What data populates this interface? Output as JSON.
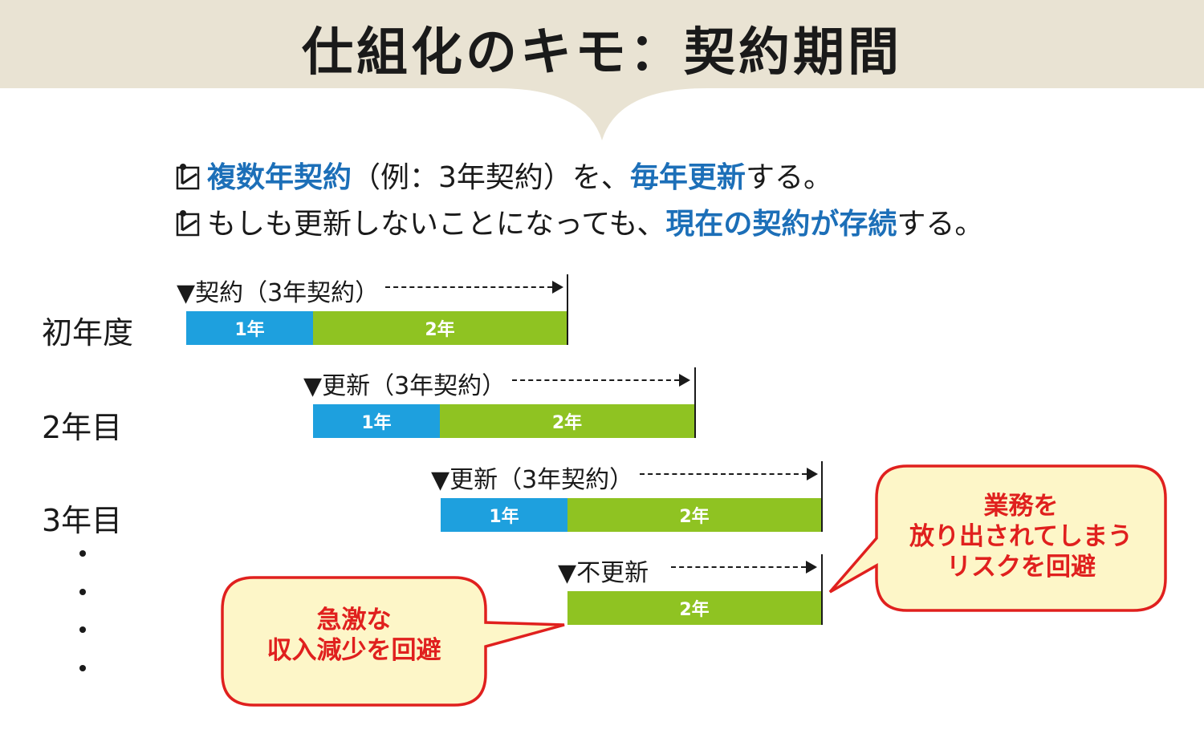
{
  "title": "仕組化のキモ：契約期間",
  "colors": {
    "banner": "#e9e3d3",
    "blue_segment": "#1ea0de",
    "green_segment": "#8fc322",
    "highlight_text": "#1c6fb8",
    "callout_fill": "#fdf6c8",
    "callout_border": "#e0201e"
  },
  "bullets": [
    {
      "icon": "checkbox-icon",
      "parts": [
        {
          "text": "複数年契約",
          "hl": true
        },
        {
          "text": "（例：3年契約）を、",
          "hl": false
        },
        {
          "text": "毎年更新",
          "hl": true
        },
        {
          "text": "する。",
          "hl": false
        }
      ]
    },
    {
      "icon": "checkbox-icon",
      "parts": [
        {
          "text": "もしも更新しないことになっても、",
          "hl": false
        },
        {
          "text": "現在の契約が存続",
          "hl": true
        },
        {
          "text": "する。",
          "hl": false
        }
      ]
    }
  ],
  "rows": [
    {
      "label": "初年度",
      "marker": "契約（3年契約）",
      "segments": [
        {
          "text": "1年",
          "color": "blue"
        },
        {
          "text": "2年",
          "color": "green"
        }
      ]
    },
    {
      "label": "2年目",
      "marker": "更新（3年契約）",
      "segments": [
        {
          "text": "1年",
          "color": "blue"
        },
        {
          "text": "2年",
          "color": "green"
        }
      ]
    },
    {
      "label": "3年目",
      "marker": "更新（3年契約）",
      "segments": [
        {
          "text": "1年",
          "color": "blue"
        },
        {
          "text": "2年",
          "color": "green"
        }
      ]
    },
    {
      "label": "",
      "marker": "不更新",
      "segments": [
        {
          "text": "2年",
          "color": "green"
        }
      ]
    }
  ],
  "marker_symbol": "▼",
  "callouts": {
    "right": [
      "業務を",
      "放り出されてしまう",
      "リスクを回避"
    ],
    "left": [
      "急激な",
      "収入減少を回避"
    ]
  }
}
